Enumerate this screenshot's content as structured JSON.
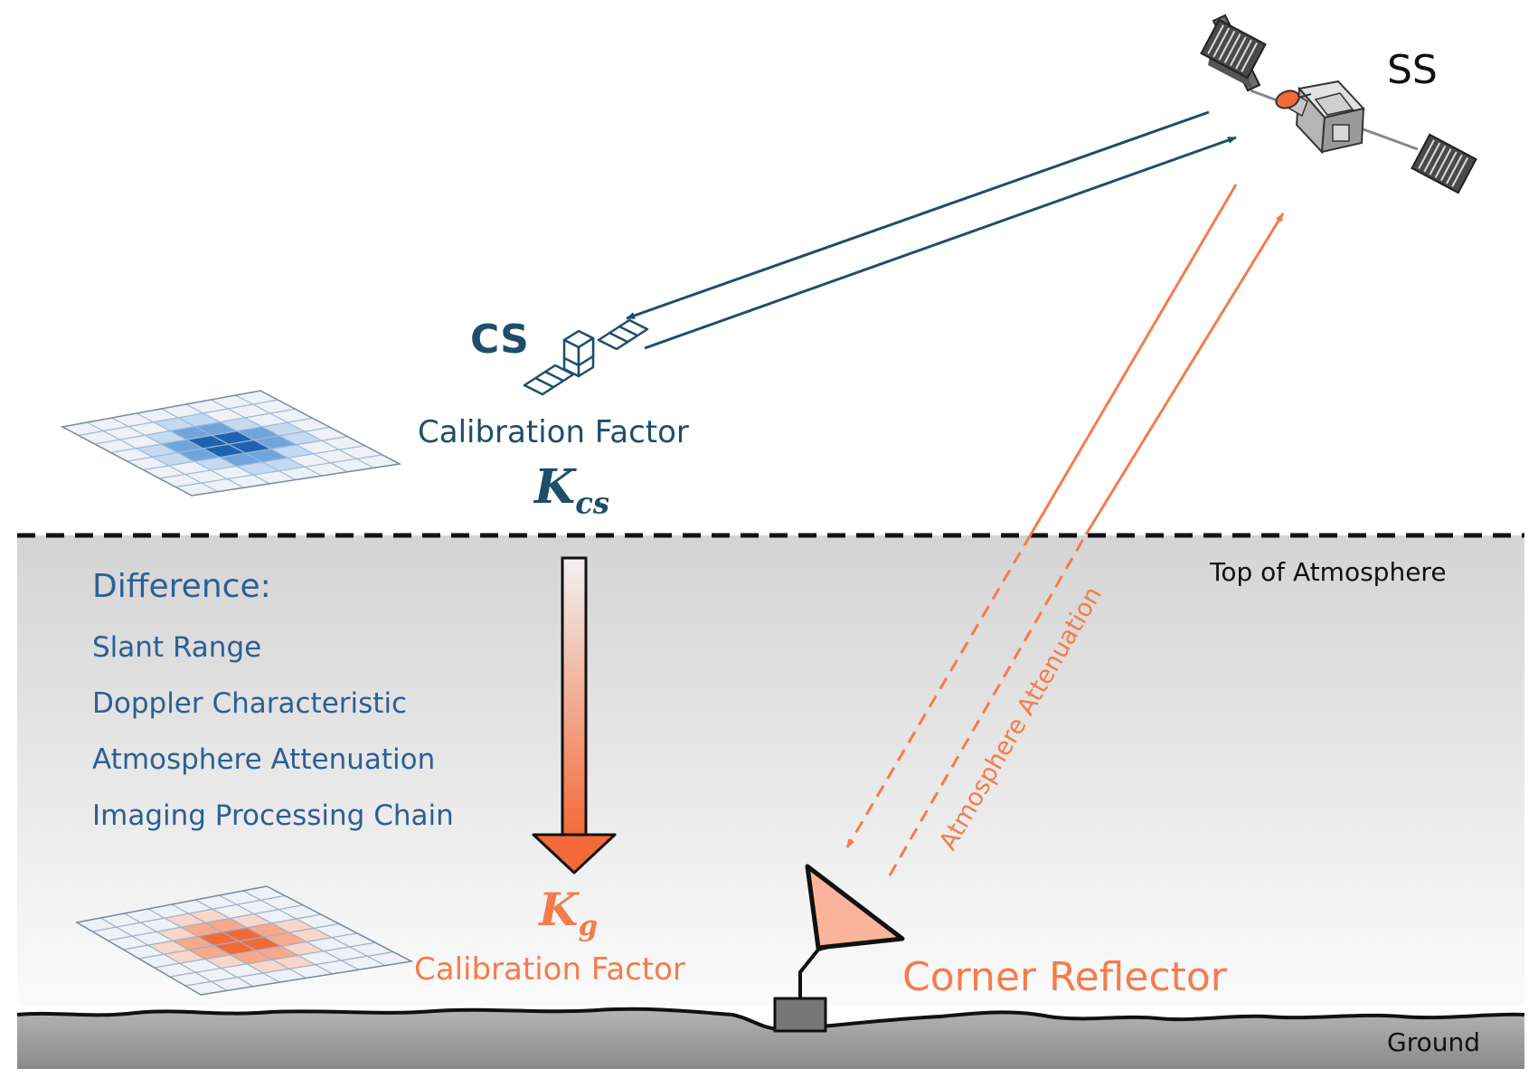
{
  "labels": {
    "ss": "SS",
    "cs": "CS",
    "cs_calibration": "Calibration Factor",
    "k_cs_symbol": "K",
    "k_cs_subscript": "cs",
    "top_of_atmosphere": "Top of Atmosphere",
    "ground": "Ground",
    "difference_heading": "Difference:",
    "differences": [
      "Slant Range",
      "Doppler Characteristic",
      "Atmosphere Attenuation",
      "Imaging Processing Chain"
    ],
    "k_g_symbol": "K",
    "k_g_subscript": "g",
    "g_calibration": "Calibration Factor",
    "corner_reflector": "Corner Reflector",
    "atmosphere_attenuation_path": "Atmosphere Attenuation"
  },
  "colors": {
    "navy": "#1d4e6b",
    "blue_text": "#2c5f95",
    "orange": "#f47c4c",
    "atmosphere_top": "#d4d4d4",
    "ground_fill": "#9b9b9b",
    "grid_blue_peak": "#1f63b0",
    "grid_orange_peak": "#f26a3a"
  },
  "icons": {
    "ss_satellite": "satellite-icon",
    "cs_satellite": "small-satellite-icon",
    "reflector": "corner-reflector-icon",
    "blue_grid": "impulse-response-grid-icon",
    "orange_grid": "impulse-response-grid-icon"
  }
}
